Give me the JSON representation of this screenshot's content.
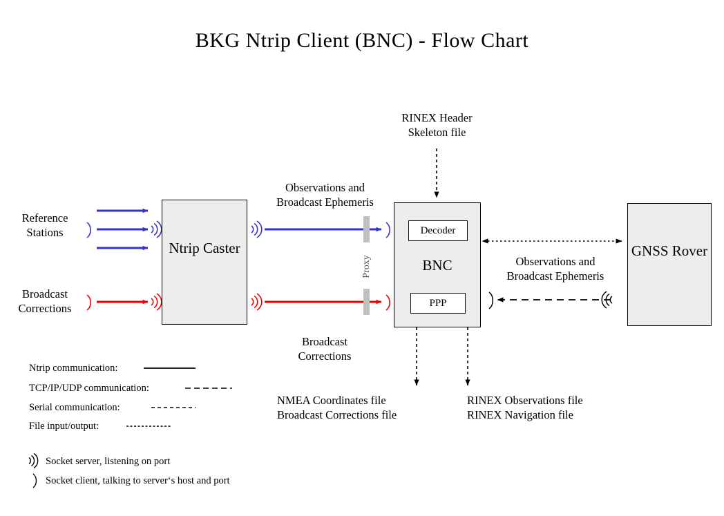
{
  "title": "BKG Ntrip Client (BNC)  -  Flow Chart",
  "nodes": {
    "caster": {
      "label": "Ntrip\nCaster"
    },
    "bnc": {
      "label": "BNC",
      "decoder": "Decoder",
      "ppp": "PPP"
    },
    "rover": {
      "label": "GNSS\nRover"
    }
  },
  "sources": {
    "reference_stations": "Reference\nStations",
    "broadcast_corrections": "Broadcast\nCorrections"
  },
  "flow_labels": {
    "obs_eph_left": "Observations and\nBroadcast Ephemeris",
    "broadcast_corrections_mid": "Broadcast\nCorrections",
    "obs_eph_right": "Observations and\nBroadcast Ephemeris",
    "rinex_header": "RINEX Header\nSkeleton file",
    "proxy_upper": "Proxy",
    "proxy_lower": "Proxy"
  },
  "outputs": {
    "left": "NMEA Coordinates file\nBroadcast Corrections file",
    "right": "RINEX Observations file\nRINEX Navigation file"
  },
  "legend": {
    "rows": [
      {
        "label": "Ntrip communication:",
        "style": "solid"
      },
      {
        "label": "TCP/IP/UDP communication:",
        "style": "dashed-long"
      },
      {
        "label": "Serial communication:",
        "style": "dashed-medium"
      },
      {
        "label": "File input/output:",
        "style": "dotted"
      }
    ],
    "sockets": [
      {
        "glyph": "server",
        "label": "Socket server, listening on port"
      },
      {
        "glyph": "client",
        "label": "Socket client, talking to server‘s host and port"
      }
    ]
  },
  "colors": {
    "ntrip_blue": "#3333cc",
    "ntrip_red": "#ee0000",
    "box_fill": "#ededed",
    "box_stroke": "#000000",
    "proxy_gray": "#bfbfbf",
    "arrow_black": "#000000"
  }
}
